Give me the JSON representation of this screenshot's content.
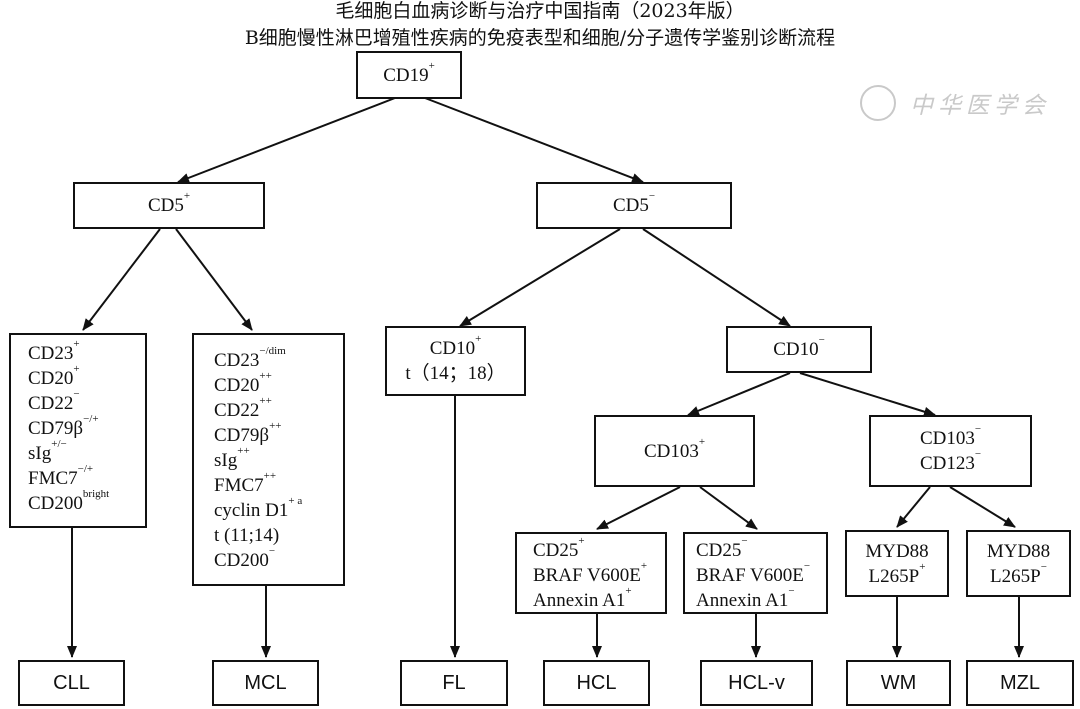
{
  "title": {
    "line1": "毛细胞白血病诊断与治疗中国指南（2023年版）",
    "line2": "B细胞慢性淋巴增殖性疾病的免疫表型和细胞/分子遗传学鉴别诊断流程"
  },
  "watermark": {
    "text": "中华医学会",
    "icon": "seal-icon",
    "color": "#c9c9c9"
  },
  "nodes": {
    "cd19_pos": {
      "lines": [
        {
          "t": "CD19",
          "s": "+"
        }
      ]
    },
    "cd5_pos": {
      "lines": [
        {
          "t": "CD5",
          "s": "+"
        }
      ]
    },
    "cd5_neg": {
      "lines": [
        {
          "t": "CD5",
          "s": "−"
        }
      ]
    },
    "cll_profile": {
      "lines": [
        {
          "t": "CD23",
          "s": "+"
        },
        {
          "t": "CD20",
          "s": "+"
        },
        {
          "t": "CD22",
          "s": "−"
        },
        {
          "t": "CD79β",
          "s": "−/+"
        },
        {
          "t": "sIg",
          "s": "+/−"
        },
        {
          "t": "FMC7",
          "s": "−/+"
        },
        {
          "t": "CD200",
          "s": "bright"
        }
      ]
    },
    "mcl_profile": {
      "lines": [
        {
          "t": "CD23",
          "s": "−/dim"
        },
        {
          "t": "CD20",
          "s": "++"
        },
        {
          "t": "CD22",
          "s": "++"
        },
        {
          "t": "CD79β",
          "s": "++"
        },
        {
          "t": "sIg",
          "s": "++"
        },
        {
          "t": "FMC7",
          "s": "++"
        },
        {
          "t": "cyclin D1",
          "s": "+ a"
        },
        {
          "t": "t (11;14)",
          "s": ""
        },
        {
          "t": "CD200",
          "s": "−"
        }
      ]
    },
    "fl_profile": {
      "lines": [
        {
          "t": "CD10",
          "s": "+"
        },
        {
          "t": "t（14；18）",
          "s": ""
        }
      ]
    },
    "cd10_neg": {
      "lines": [
        {
          "t": "CD10",
          "s": "−"
        }
      ]
    },
    "cd103_pos": {
      "lines": [
        {
          "t": "CD103",
          "s": "+"
        }
      ]
    },
    "cd103_neg": {
      "lines": [
        {
          "t": "CD103",
          "s": "−"
        },
        {
          "t": "CD123",
          "s": "−"
        }
      ]
    },
    "hcl_profile": {
      "lines": [
        {
          "t": "CD25",
          "s": "+"
        },
        {
          "t": "BRAF V600E",
          "s": "+"
        },
        {
          "t": "Annexin A1",
          "s": "+"
        }
      ]
    },
    "hclv_profile": {
      "lines": [
        {
          "t": "CD25",
          "s": "−"
        },
        {
          "t": "BRAF V600E",
          "s": "−"
        },
        {
          "t": "Annexin A1",
          "s": "−"
        }
      ]
    },
    "wm_profile": {
      "lines": [
        {
          "t": "MYD88",
          "s": ""
        },
        {
          "t": "L265P",
          "s": "+"
        }
      ]
    },
    "mzl_profile": {
      "lines": [
        {
          "t": "MYD88",
          "s": ""
        },
        {
          "t": "L265P",
          "s": "−"
        }
      ]
    }
  },
  "diagnoses": {
    "cll": "CLL",
    "mcl": "MCL",
    "fl": "FL",
    "hcl": "HCL",
    "hclv": "HCL-v",
    "wm": "WM",
    "mzl": "MZL"
  }
}
